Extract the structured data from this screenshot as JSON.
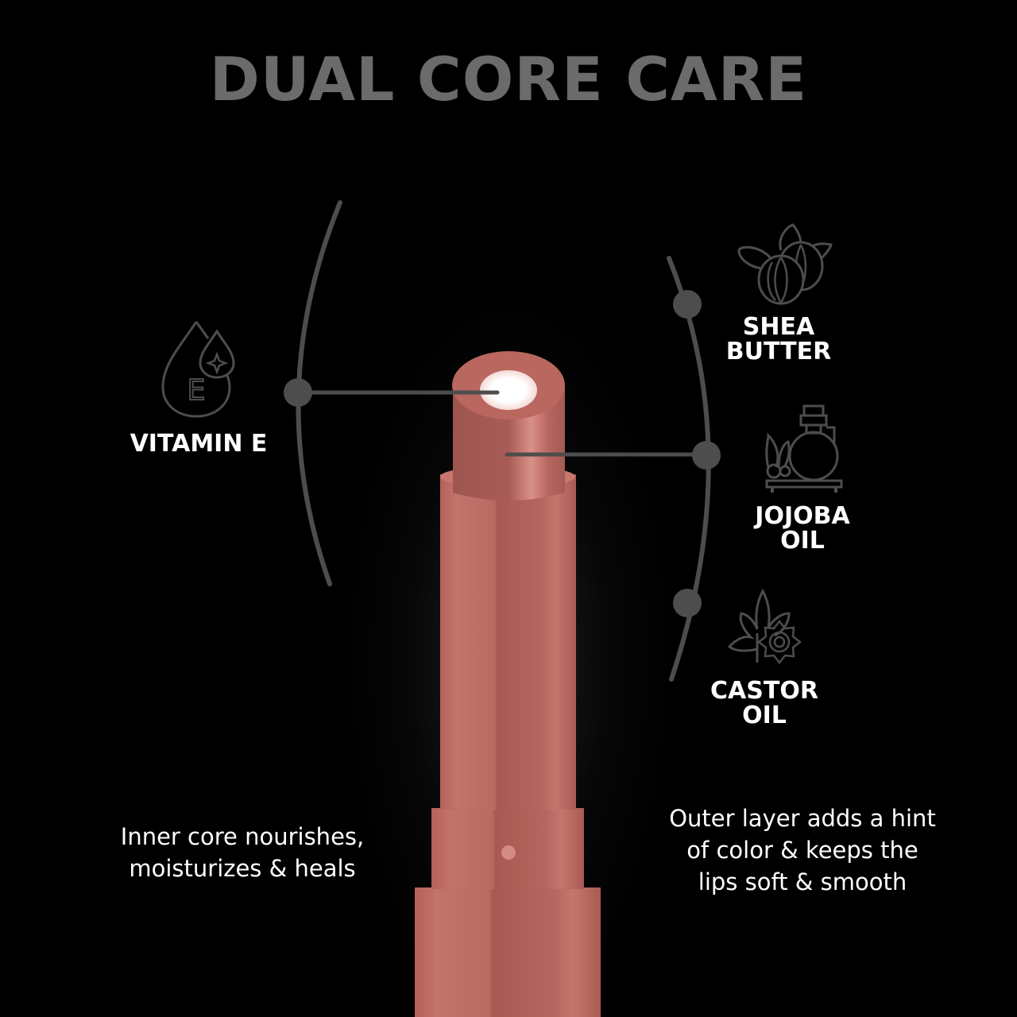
{
  "header": {
    "title": "DUAL CORE CARE"
  },
  "ingredients": [
    {
      "id": "vitamin-e",
      "label": "VITAMIN E",
      "icon": "vitamin-e-drop-icon",
      "icon_letter": "E"
    },
    {
      "id": "shea-butter",
      "label_line1": "SHEA",
      "label_line2": "BUTTER",
      "icon": "shea-nut-icon"
    },
    {
      "id": "jojoba-oil",
      "label_line1": "JOJOBA",
      "label_line2": "OIL",
      "icon": "oil-bottle-icon"
    },
    {
      "id": "castor-oil",
      "label_line1": "CASTOR",
      "label_line2": "OIL",
      "icon": "castor-leaf-icon"
    }
  ],
  "descriptions": {
    "inner": {
      "line1": "Inner core nourishes,",
      "line2": "moisturizes & heals"
    },
    "outer": {
      "line1": "Outer layer adds a hint",
      "line2": "of color & keeps the",
      "line3": "lips soft & smooth"
    }
  },
  "colors": {
    "background": "#000000",
    "title": "#6b6b6b",
    "connector": "#4d4d4d",
    "lipstick": "#b5615a",
    "lipstick_highlight": "#c97a72",
    "inner_core": "#ffffff"
  }
}
